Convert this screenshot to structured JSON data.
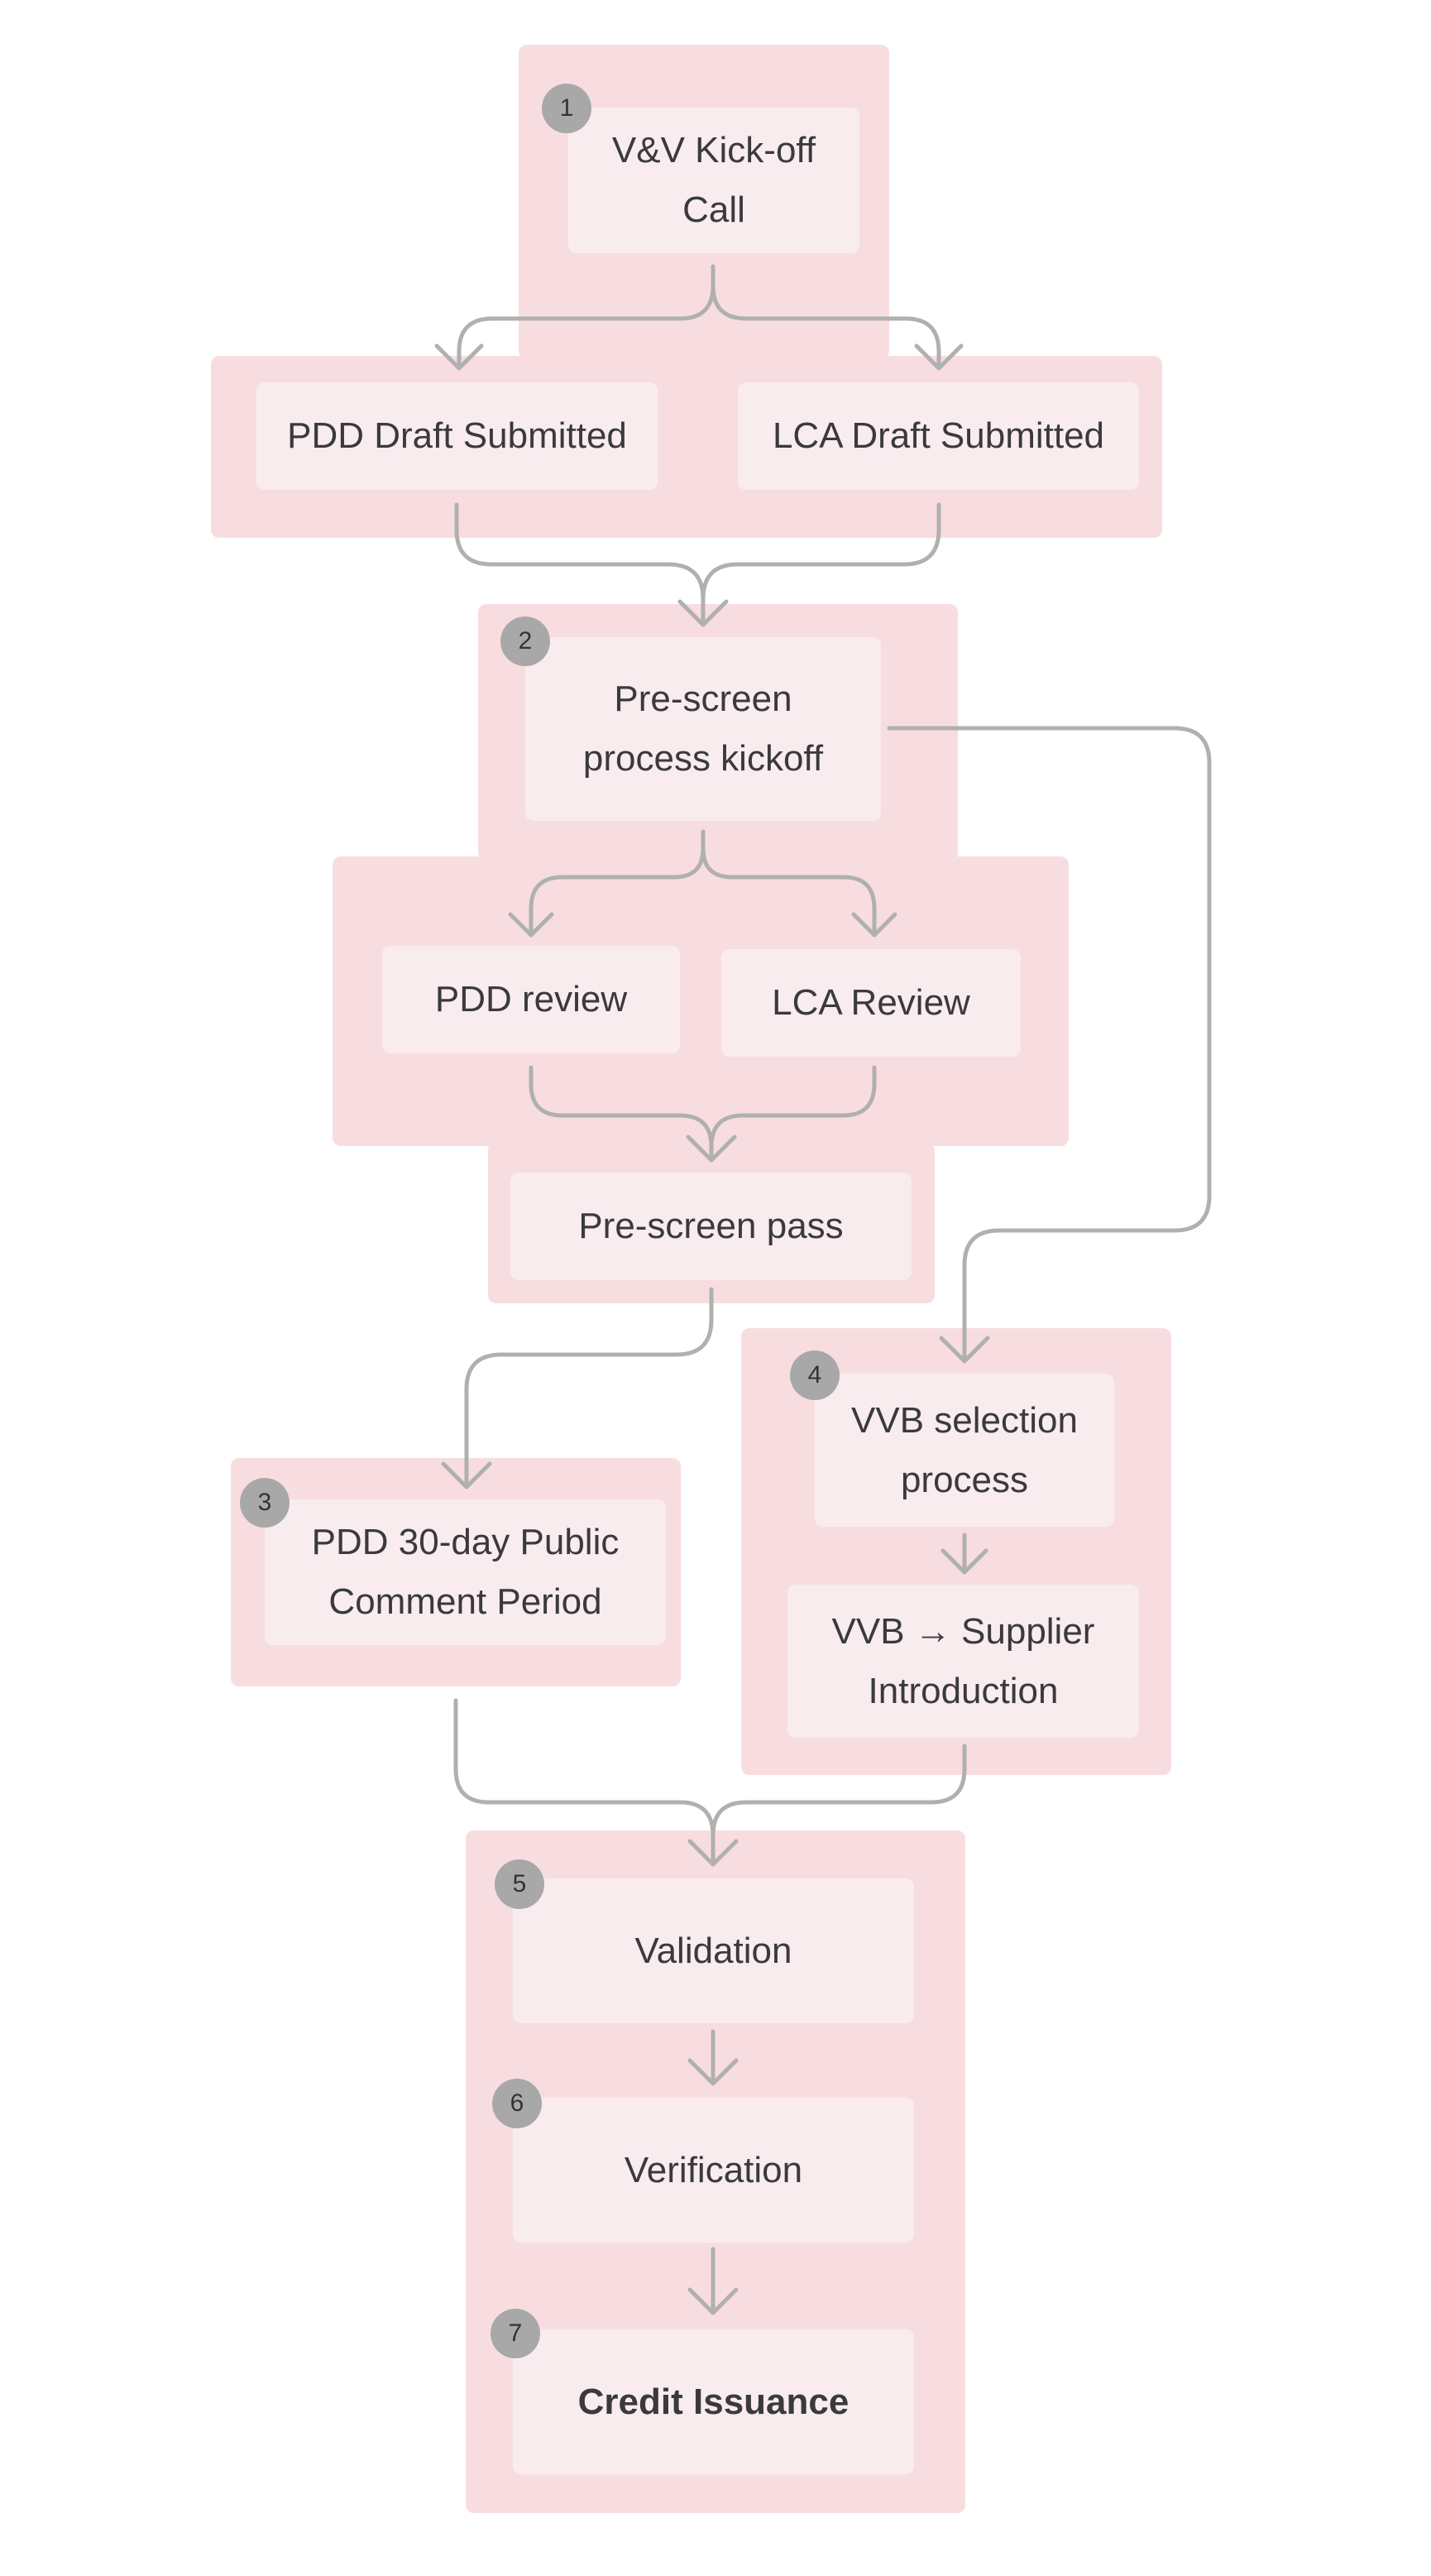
{
  "colors": {
    "group_fill": "#f8dde0",
    "node_fill": "#f9ecee",
    "badge_fill": "#a8a8a8",
    "arrow": "#b0b0b0",
    "text": "#3a3a3a"
  },
  "steps": {
    "s1": {
      "badge": "1",
      "kickoff_line1": "V&V Kick-off",
      "kickoff_line2": "Call"
    },
    "drafts": {
      "pdd": "PDD Draft Submitted",
      "lca": "LCA Draft Submitted"
    },
    "s2": {
      "badge": "2",
      "kickoff_line1": "Pre-screen",
      "kickoff_line2": "process kickoff",
      "pdd_review": "PDD review",
      "lca_review": "LCA Review",
      "pass": "Pre-screen pass"
    },
    "s3": {
      "badge": "3",
      "line1": "PDD 30-day Public",
      "line2": "Comment Period"
    },
    "s4": {
      "badge": "4",
      "selection_line1": "VVB selection",
      "selection_line2": "process",
      "intro_line1": "VVB → Supplier",
      "intro_line2": "Introduction"
    },
    "s5": {
      "badge": "5",
      "label": "Validation"
    },
    "s6": {
      "badge": "6",
      "label": "Verification"
    },
    "s7": {
      "badge": "7",
      "label": "Credit Issuance"
    }
  }
}
